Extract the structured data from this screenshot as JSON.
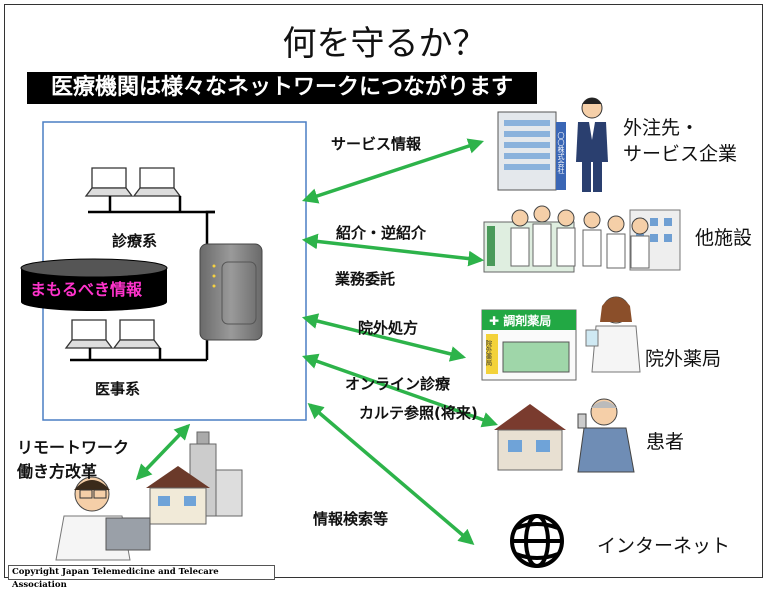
{
  "title": "何を守るか？",
  "banner": "医療機関は様々なネットワークにつながります",
  "network": {
    "clinical": "診療系",
    "administrative": "医事系",
    "protect_label": "まもるべき情報"
  },
  "links": {
    "service_info": "サービス情報",
    "referral": "紹介・逆紹介",
    "outsourcing": "業務委託",
    "prescription": "院外処方",
    "online_care": "オンライン診療",
    "chart_ref": "カルテ参照(将来)",
    "info_search": "情報検索等"
  },
  "nodes": {
    "vendor_line1": "外注先・",
    "vendor_line2": "サービス企業",
    "other_facilities": "他施設",
    "pharmacy": "院外薬局",
    "patient": "患者",
    "internet": "インターネット",
    "remote_line1": "リモートワーク",
    "remote_line2": "働き方改革",
    "company_sign": "〇〇株式会社",
    "pharmacy_sign": "✚ 調剤薬局",
    "pharmacy_side_sign": "院外薬局"
  },
  "copyright": "Copyright Japan Telemedicine and Telecare Association",
  "colors": {
    "arrow": "#2db34a",
    "banner_bg": "#000000",
    "protect_text": "#ff33cc",
    "border": "#4a7ec4"
  }
}
